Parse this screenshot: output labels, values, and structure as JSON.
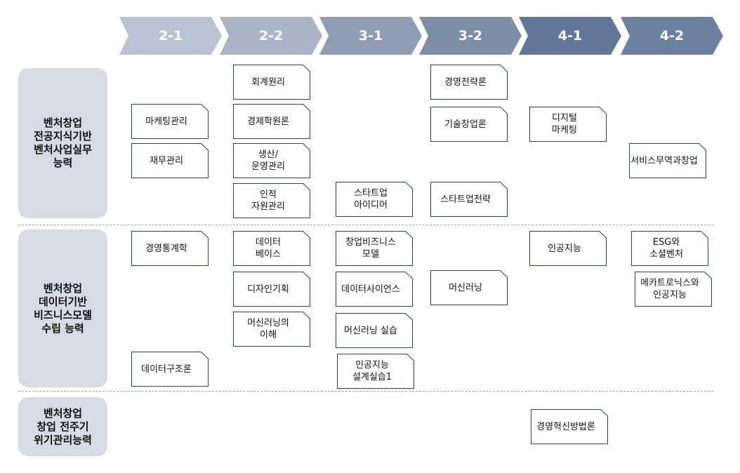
{
  "stages": [
    "2-1",
    "2-2",
    "3-1",
    "3-2",
    "4-1",
    "4-2"
  ],
  "stage_colors": [
    "#b8c2d2",
    "#a9b4c6",
    "#8f9db4",
    "#7e8ea7",
    "#62779a",
    "#6c81a2"
  ],
  "categories": [
    "벤처창업\n전공지식기반\n벤처사업실무\n능력",
    "벤처창업\n데이터기반\n비즈니스모델\n수립 능력",
    "벤처창업\n창업 전주기\n위기관리능력"
  ],
  "courses": [
    "회계원리",
    "경영전략론",
    "마케팅관리",
    "경제학원론",
    "기술창업론",
    "디지털\n마케팅",
    "재무관리",
    "생산/\n운영관리",
    "서비스무역과창업",
    "인적\n자원관리",
    "스타트업\n아이디어",
    "스타트업전략",
    "경영통계학",
    "데이터\n베이스",
    "창업비즈니스\n모델",
    "인공지능",
    "ESG와\n소셜벤처",
    "디자인기획",
    "데이터사이언스",
    "머신러닝",
    "메카트로닉스와\n인공지능",
    "머신러닝의\n이해",
    "머신러닝 실습",
    "데이터구조론",
    "인공지능\n설계실습1",
    "경영혁신방법론"
  ]
}
